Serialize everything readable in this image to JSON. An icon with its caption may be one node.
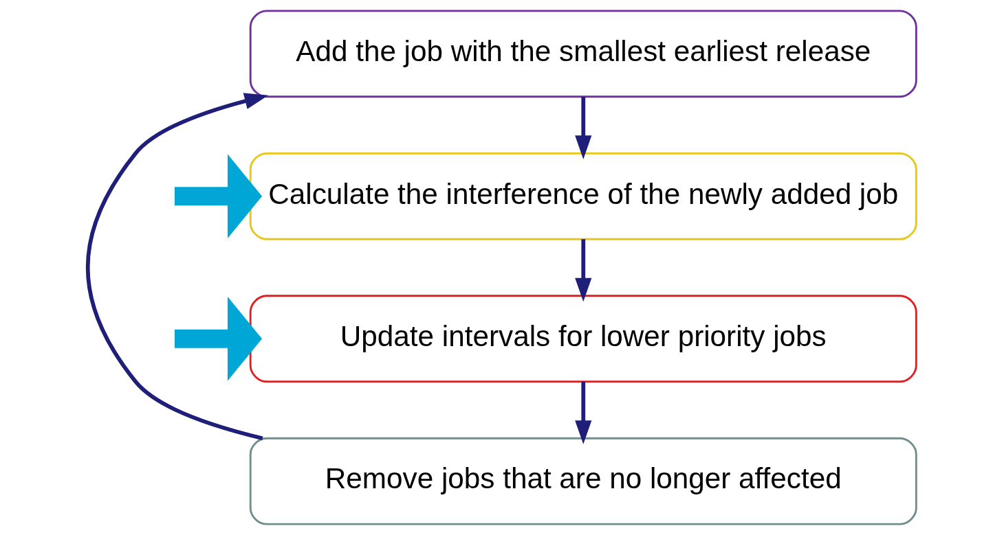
{
  "diagram": {
    "nodes": [
      {
        "text": [
          "Add the job with the smallest earliest release"
        ]
      },
      {
        "text": [
          "Calculate the interference of the newly added job"
        ]
      },
      {
        "text": [
          "Update intervals for lower priority jobs"
        ]
      },
      {
        "text": [
          "Remove jobs that are no longer affected"
        ]
      }
    ],
    "edges": [
      {
        "from": 0,
        "to": 1,
        "arrow": "to"
      },
      {
        "from": 1,
        "to": 2,
        "arrow": "to"
      },
      {
        "from": 2,
        "to": 3,
        "arrow": "to"
      },
      {
        "from": 3,
        "to": 0,
        "arrow": "to"
      },
      {
        "from": null,
        "to": 1,
        "arrow": "to",
        "style": "thick",
        "color": "#00a6d6"
      },
      {
        "from": null,
        "to": 2,
        "arrow": "to",
        "style": "thick",
        "color": "#00a6d6"
      }
    ]
  }
}
